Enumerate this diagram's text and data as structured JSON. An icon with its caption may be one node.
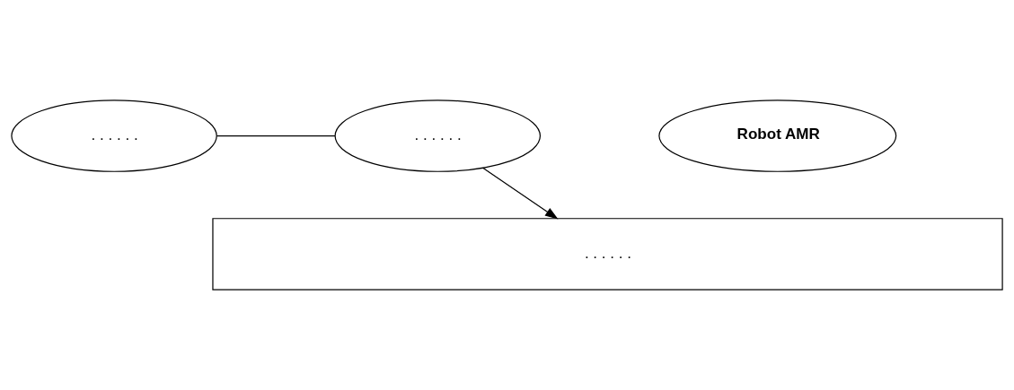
{
  "diagram": {
    "nodes": [
      {
        "text": [
          ". . . . . ."
        ]
      },
      {
        "text": [
          ". . . . . ."
        ]
      },
      {
        "text": [
          "Robot AMR"
        ]
      },
      {
        "text": [
          ". . . . . ."
        ]
      }
    ],
    "edges": [
      {
        "from": 0,
        "to": 1,
        "arrow": "none"
      },
      {
        "from": 1,
        "to": 3,
        "arrow": "to"
      }
    ]
  }
}
